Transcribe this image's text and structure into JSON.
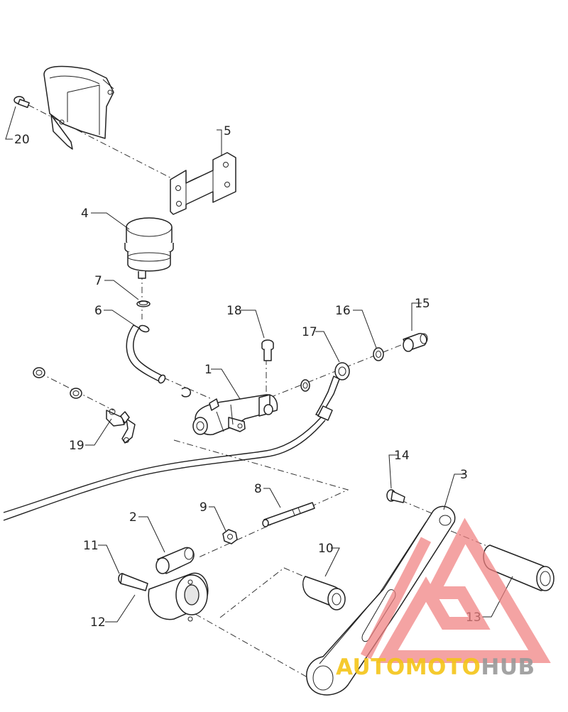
{
  "diagram": {
    "callouts": [
      {
        "id": "c1",
        "label": "1"
      },
      {
        "id": "c2",
        "label": "2"
      },
      {
        "id": "c3",
        "label": "3"
      },
      {
        "id": "c4",
        "label": "4"
      },
      {
        "id": "c5",
        "label": "5"
      },
      {
        "id": "c6",
        "label": "6"
      },
      {
        "id": "c7",
        "label": "7"
      },
      {
        "id": "c8",
        "label": "8"
      },
      {
        "id": "c9",
        "label": "9"
      },
      {
        "id": "c10",
        "label": "10"
      },
      {
        "id": "c11",
        "label": "11"
      },
      {
        "id": "c12",
        "label": "12"
      },
      {
        "id": "c13",
        "label": "13"
      },
      {
        "id": "c14",
        "label": "14"
      },
      {
        "id": "c15",
        "label": "15"
      },
      {
        "id": "c16",
        "label": "16"
      },
      {
        "id": "c17",
        "label": "17"
      },
      {
        "id": "c18",
        "label": "18"
      },
      {
        "id": "c19",
        "label": "19"
      },
      {
        "id": "c20",
        "label": "20"
      }
    ]
  },
  "watermark": {
    "text_part1": "AUTOMOTO",
    "text_part2": "HUB",
    "color_primary": "#f08080",
    "color_secondary": "#f5c518",
    "color_tertiary": "#9a9a9a"
  }
}
